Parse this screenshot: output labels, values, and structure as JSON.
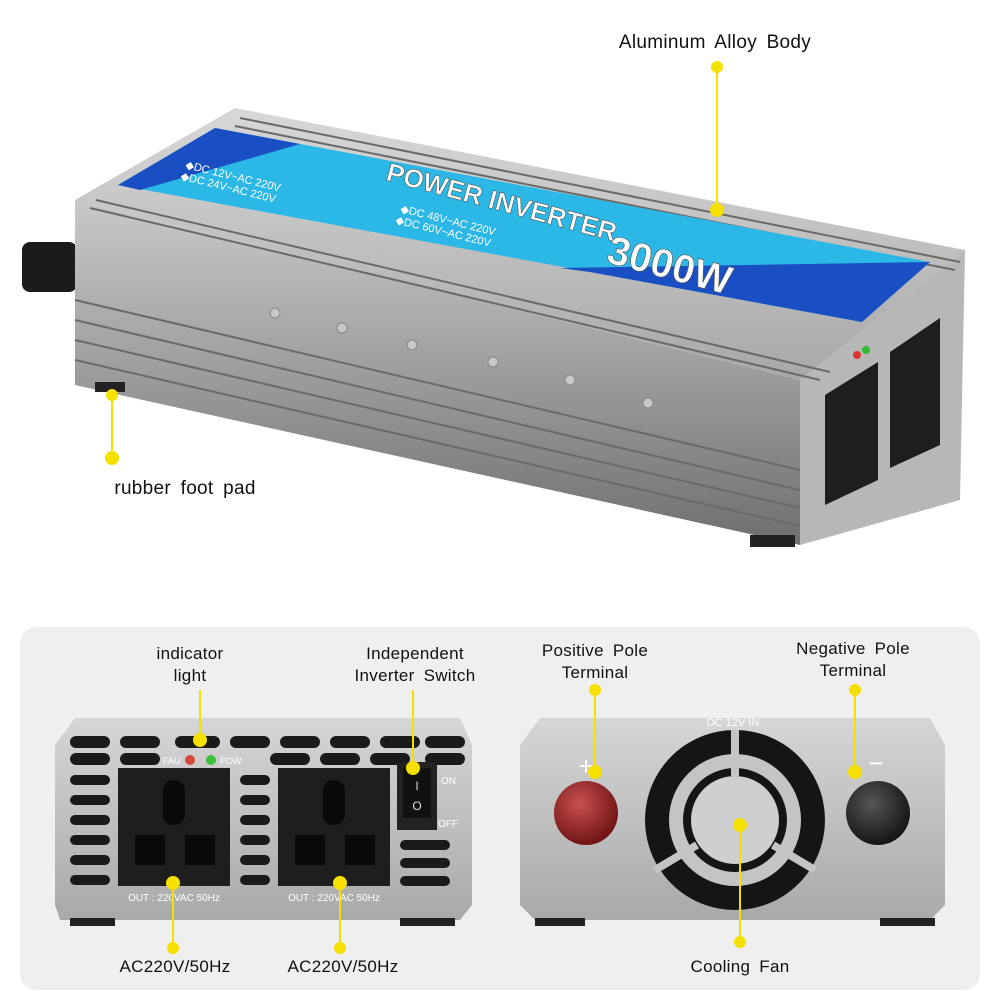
{
  "callouts": {
    "body": "Aluminum  Alloy  Body",
    "foot": "rubber  foot  pad",
    "indicator": "indicator\nlight",
    "switch": "Independent\nInverter  Switch",
    "positive": "Positive Pole\nTerminal",
    "negative": "Negative Pole\nTerminal",
    "outlet1": "AC220V/50Hz",
    "outlet2": "AC220V/50Hz",
    "fan": "Cooling  Fan"
  },
  "product": {
    "title": "POWER  INVERTER",
    "power": "3000W",
    "spec1": "◆DC 12V~AC 220V",
    "spec2": "◆DC 24V~AC 220V",
    "spec3": "◆DC 48V~AC 220V",
    "spec4": "◆DC 60V~AC 220V",
    "fau": "FAU",
    "pow": "POW",
    "on": "ON",
    "off": "OFF",
    "switch_on": "I",
    "switch_off": "O",
    "out1": "OUT : 220VAC  50Hz",
    "out2": "OUT : 220VAC  50Hz",
    "dc_in": "DC 12V IN",
    "plus": "+",
    "minus": "−"
  },
  "colors": {
    "callout": "#f5e000",
    "label_blue": "#1a4fc4",
    "label_cyan": "#2bb8e6"
  }
}
